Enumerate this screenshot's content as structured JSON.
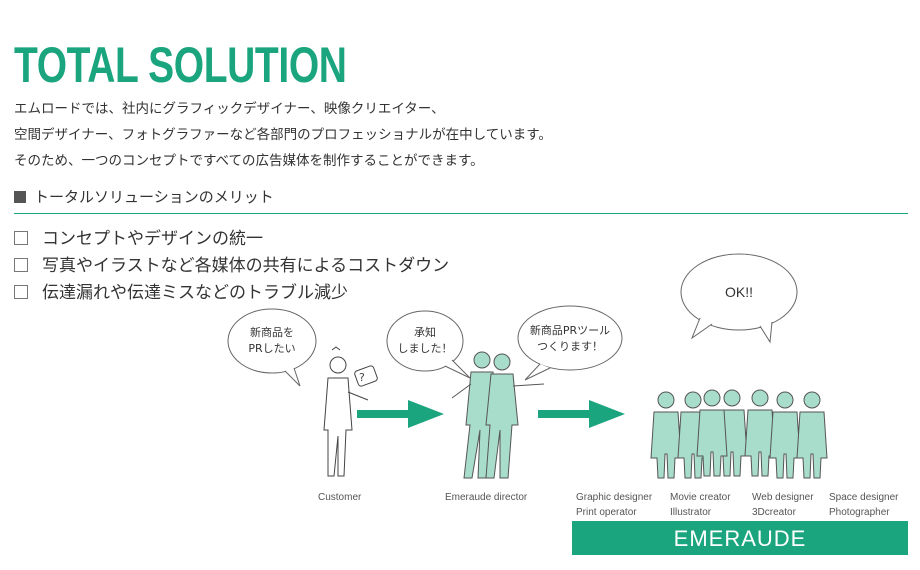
{
  "title": "TOTAL SOLUTION",
  "intro": [
    "エムロードでは、社内にグラフィックデザイナー、映像クリエイター、",
    "空間デザイナー、フォトグラファーなど各部門のプロフェッショナルが在中しています。",
    "そのため、一つのコンセプトですべての広告媒体を制作することができます。"
  ],
  "section_title": "トータルソリューションのメリット",
  "merits": [
    "コンセプトやデザインの統一",
    "写真やイラストなど各媒体の共有によるコストダウン",
    "伝達漏れや伝達ミスなどのトラブル減少"
  ],
  "bubbles": {
    "customer": [
      "新商品を",
      "PRしたい"
    ],
    "director": [
      "承知",
      "しました！"
    ],
    "request": [
      "新商品PRツール",
      "つくります！"
    ],
    "team": "OK!!"
  },
  "captions": {
    "customer": "Customer",
    "director": "Emeraude director",
    "graphic": [
      "Graphic designer",
      "Print operator"
    ],
    "movie": [
      "Movie creator",
      "Illustrator"
    ],
    "web": [
      "Web designer",
      "3Dcreator"
    ],
    "space": [
      "Space designer",
      "Photographer"
    ]
  },
  "banner": "EMERAUDE",
  "colors": {
    "accent": "#1aa57f",
    "figure_fill": "#a8dccb",
    "text": "#333333"
  }
}
